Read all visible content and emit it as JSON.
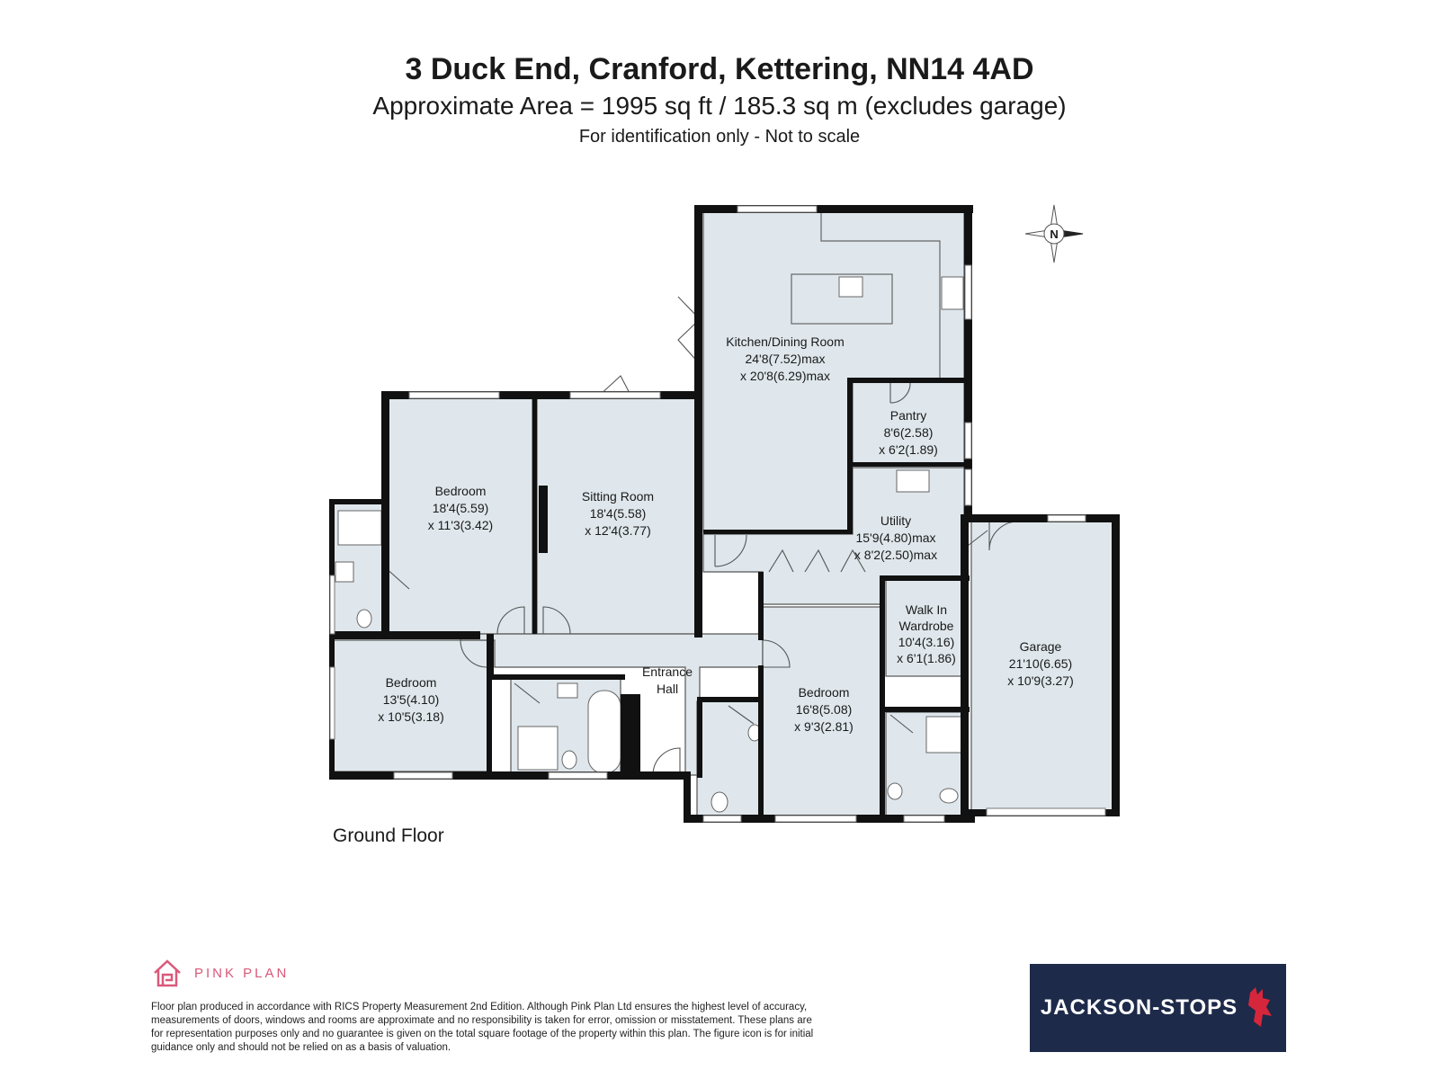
{
  "header": {
    "title": "3 Duck End, Cranford, Kettering, NN14 4AD",
    "subtitle": "Approximate Area = 1995 sq ft / 185.3 sq m (excludes garage)",
    "note": "For identification only - Not to scale"
  },
  "compass": {
    "label": "N"
  },
  "rooms": {
    "kitchen": {
      "name": "Kitchen/Dining Room",
      "dim1": "24'8(7.52)max",
      "dim2": "x 20'8(6.29)max"
    },
    "pantry": {
      "name": "Pantry",
      "dim1": "8'6(2.58)",
      "dim2": "x 6'2(1.89)"
    },
    "utility": {
      "name": "Utility",
      "dim1": "15'9(4.80)max",
      "dim2": "x 8'2(2.50)max"
    },
    "bedroom_nw": {
      "name": "Bedroom",
      "dim1": "18'4(5.59)",
      "dim2": "x 11'3(3.42)"
    },
    "sitting": {
      "name": "Sitting Room",
      "dim1": "18'4(5.58)",
      "dim2": "x 12'4(3.77)"
    },
    "bedroom_sw": {
      "name": "Bedroom",
      "dim1": "13'5(4.10)",
      "dim2": "x 10'5(3.18)"
    },
    "hall": {
      "name1": "Entrance",
      "name2": "Hall"
    },
    "bedroom_s": {
      "name": "Bedroom",
      "dim1": "16'8(5.08)",
      "dim2": "x 9'3(2.81)"
    },
    "wardrobe": {
      "name1": "Walk In",
      "name2": "Wardrobe",
      "dim1": "10'4(3.16)",
      "dim2": "x 6'1(1.86)"
    },
    "garage": {
      "name": "Garage",
      "dim1": "21'10(6.65)",
      "dim2": "x 10'9(3.27)"
    }
  },
  "floor_label": "Ground Floor",
  "footer": {
    "pink_plan": "PINK PLAN",
    "disclaimer": "Floor plan produced in accordance with RICS Property Measurement 2nd Edition. Although Pink Plan Ltd ensures the highest level of accuracy, measurements of doors, windows and rooms are approximate and no responsibility is taken for error, omission or misstatement. These plans are for representation purposes only and no guarantee is given on the total square footage of the property within this plan. The figure icon is for initial guidance only and should not be relied on as a basis of valuation.",
    "jackson_stops": "JACKSON-STOPS"
  },
  "colors": {
    "room_fill": "#dfe7ec",
    "wall": "#111111",
    "pink": "#d9597a",
    "navy": "#1e2a4a"
  }
}
